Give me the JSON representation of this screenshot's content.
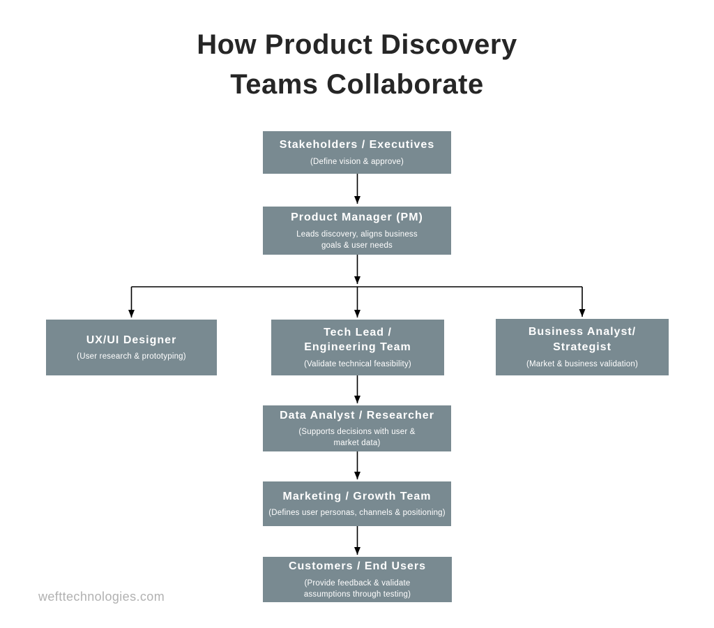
{
  "title": {
    "line1": "How Product Discovery",
    "line2": "Teams Collaborate"
  },
  "nodes": {
    "stakeholders": {
      "title": "Stakeholders / Executives",
      "subtitle": "(Define vision & approve)"
    },
    "pm": {
      "title": "Product Manager (PM)",
      "subtitle": "Leads discovery, aligns business\ngoals & user needs"
    },
    "ux": {
      "title": "UX/UI Designer",
      "subtitle": "(User research & prototyping)"
    },
    "tech": {
      "title": "Tech Lead /\nEngineering Team",
      "subtitle": "(Validate technical feasibility)"
    },
    "ba": {
      "title": "Business Analyst/\nStrategist",
      "subtitle": "(Market & business validation)"
    },
    "data": {
      "title": "Data Analyst / Researcher",
      "subtitle": "(Supports decisions with user &\nmarket data)"
    },
    "marketing": {
      "title": "Marketing / Growth Team",
      "subtitle": "(Defines user personas, channels & positioning)"
    },
    "customers": {
      "title": "Customers / End Users",
      "subtitle": "(Provide feedback & validate\nassumptions through testing)"
    }
  },
  "footer": {
    "text": "wefttechnologies.com"
  },
  "colors": {
    "node_fill": "#798a91",
    "node_text": "#ffffff",
    "title_text": "#262626",
    "connector": "#000000",
    "footer_text": "#b1b1b1",
    "background": "#ffffff"
  }
}
